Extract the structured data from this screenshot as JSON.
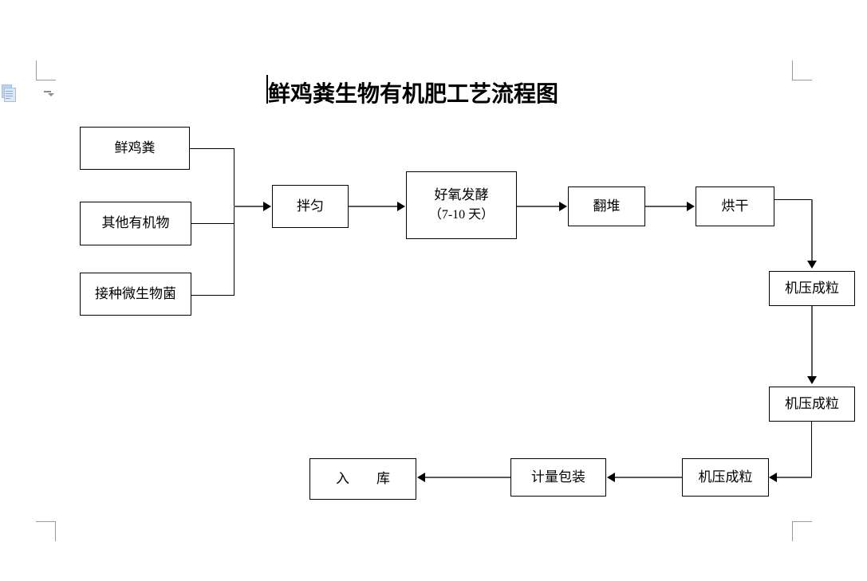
{
  "document": {
    "title": "鲜鸡粪生物有机肥工艺流程图",
    "paste_icon": "paste-options-icon",
    "caret": "text-cursor"
  },
  "chart_data": {
    "type": "diagram",
    "title": "鲜鸡粪生物有机肥工艺流程图",
    "nodes": [
      {
        "id": "n1",
        "label": "鲜鸡粪",
        "label2": ""
      },
      {
        "id": "n2",
        "label": "其他有机物",
        "label2": ""
      },
      {
        "id": "n3",
        "label": "接种微生物菌",
        "label2": ""
      },
      {
        "id": "n4",
        "label": "拌匀",
        "label2": ""
      },
      {
        "id": "n5",
        "label": "好氧发酵",
        "label2": "（7-10 天）"
      },
      {
        "id": "n6",
        "label": "翻堆",
        "label2": ""
      },
      {
        "id": "n7",
        "label": "烘干",
        "label2": ""
      },
      {
        "id": "n8",
        "label": "机压成粒",
        "label2": ""
      },
      {
        "id": "n9",
        "label": "机压成粒",
        "label2": ""
      },
      {
        "id": "n10",
        "label": "机压成粒",
        "label2": ""
      },
      {
        "id": "n11",
        "label": "计量包装",
        "label2": ""
      },
      {
        "id": "n12",
        "label": "入　　库",
        "label2": ""
      }
    ],
    "edges": [
      {
        "from": "n1",
        "to": "n4"
      },
      {
        "from": "n2",
        "to": "n4"
      },
      {
        "from": "n3",
        "to": "n4"
      },
      {
        "from": "n4",
        "to": "n5"
      },
      {
        "from": "n5",
        "to": "n6"
      },
      {
        "from": "n6",
        "to": "n7"
      },
      {
        "from": "n7",
        "to": "n8"
      },
      {
        "from": "n8",
        "to": "n9"
      },
      {
        "from": "n9",
        "to": "n10"
      },
      {
        "from": "n10",
        "to": "n11"
      },
      {
        "from": "n11",
        "to": "n12"
      }
    ],
    "colors": {
      "box_border": "#000000",
      "box_fill": "#ffffff",
      "connector": "#000000",
      "arrow": "#595959",
      "text": "#000000",
      "crop_mark": "#9a9a9a"
    }
  }
}
